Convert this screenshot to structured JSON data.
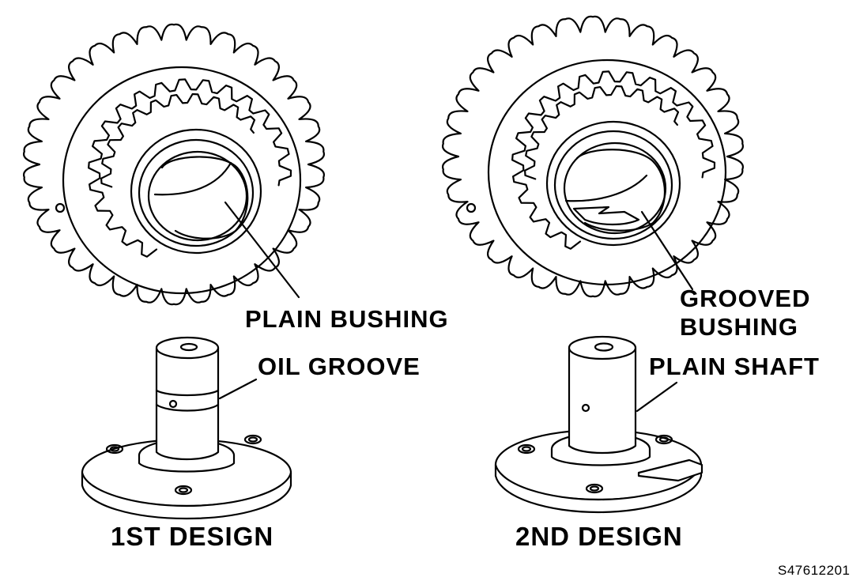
{
  "labels": {
    "plain_bushing": "PLAIN BUSHING",
    "oil_groove": "OIL GROOVE",
    "grooved_bushing_line1": "GROOVED",
    "grooved_bushing_line2": "BUSHING",
    "plain_shaft": "PLAIN SHAFT",
    "first_design": "1ST DESIGN",
    "second_design": "2ND DESIGN",
    "figure_code": "S47612201"
  },
  "colors": {
    "ink": "#000000",
    "paper": "#ffffff"
  }
}
